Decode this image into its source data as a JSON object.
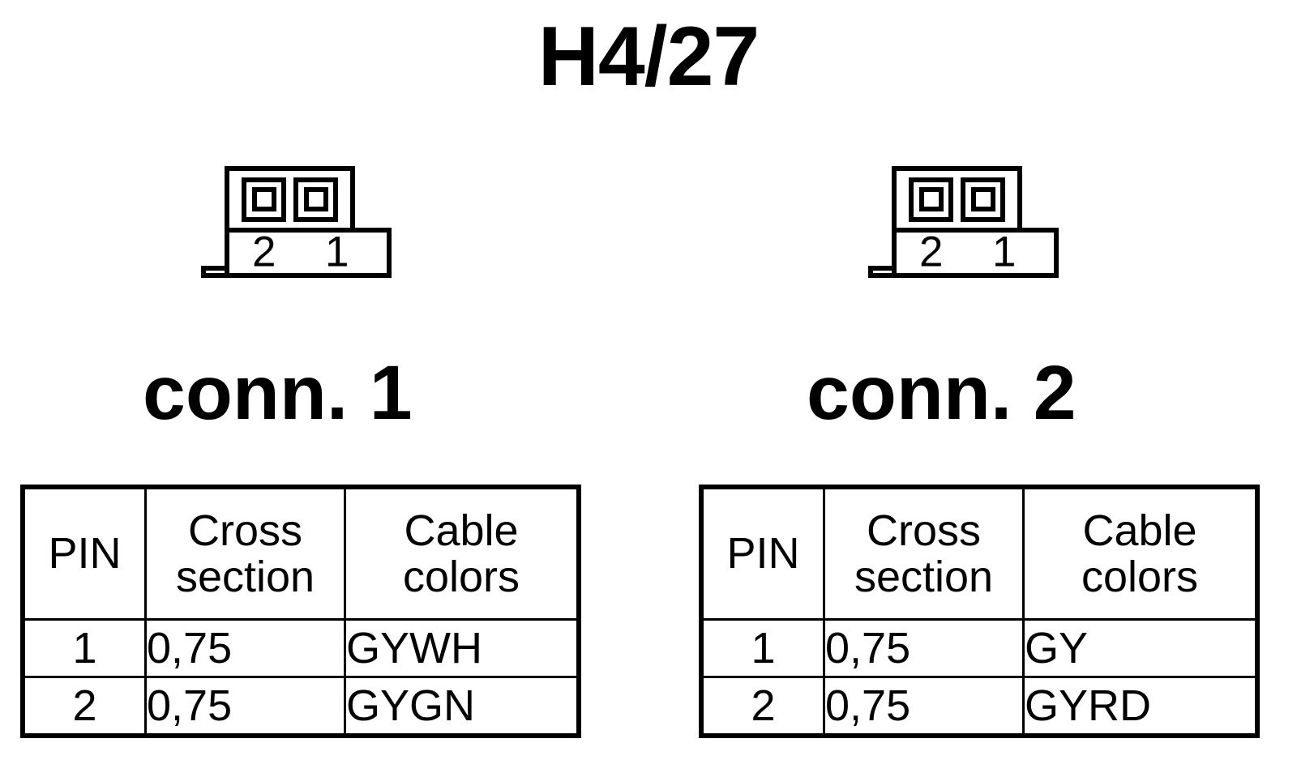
{
  "title": "H4/27",
  "connectors": [
    {
      "id": "conn1",
      "caption": "conn. 1",
      "symbol": {
        "pin_left_label": "2",
        "pin_right_label": "1",
        "pin_count": 2
      },
      "table": {
        "headers": {
          "pin": "PIN",
          "cross_section_line1": "Cross",
          "cross_section_line2": "section",
          "cable_colors_line1": "Cable",
          "cable_colors_line2": "colors"
        },
        "rows": [
          {
            "pin": "1",
            "cross_section": "0,75",
            "cable_colors": "GYWH"
          },
          {
            "pin": "2",
            "cross_section": "0,75",
            "cable_colors": "GYGN"
          }
        ]
      }
    },
    {
      "id": "conn2",
      "caption": "conn. 2",
      "symbol": {
        "pin_left_label": "2",
        "pin_right_label": "1",
        "pin_count": 2
      },
      "table": {
        "headers": {
          "pin": "PIN",
          "cross_section_line1": "Cross",
          "cross_section_line2": "section",
          "cable_colors_line1": "Cable",
          "cable_colors_line2": "colors"
        },
        "rows": [
          {
            "pin": "1",
            "cross_section": "0,75",
            "cable_colors": "GY"
          },
          {
            "pin": "2",
            "cross_section": "0,75",
            "cable_colors": "GYRD"
          }
        ]
      }
    }
  ],
  "colors": {
    "ink": "#000000",
    "paper": "#ffffff"
  }
}
